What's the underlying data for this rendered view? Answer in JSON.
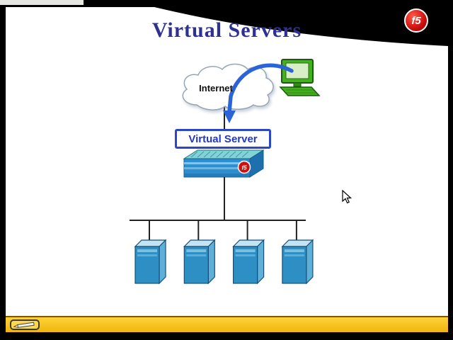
{
  "slide": {
    "title": "Virtual Servers",
    "title_color": "#2e3192"
  },
  "logo": {
    "text": "f5",
    "color": "#cc1111"
  },
  "diagram": {
    "internet_label": "Internet",
    "virtual_server_label": "Virtual Server",
    "server_count": 4,
    "colors": {
      "arrow": "#2b64d9",
      "virtual_server_border": "#2c46c8",
      "device_front": "#2e8ecf",
      "device_top": "#82d3d8",
      "server_front": "#2e8fc4",
      "connector_line": "#222222",
      "computer_green": "#43b01e"
    }
  },
  "toolbar": {
    "background": "#ffc818",
    "tool_icon": "annotation-pencil"
  }
}
